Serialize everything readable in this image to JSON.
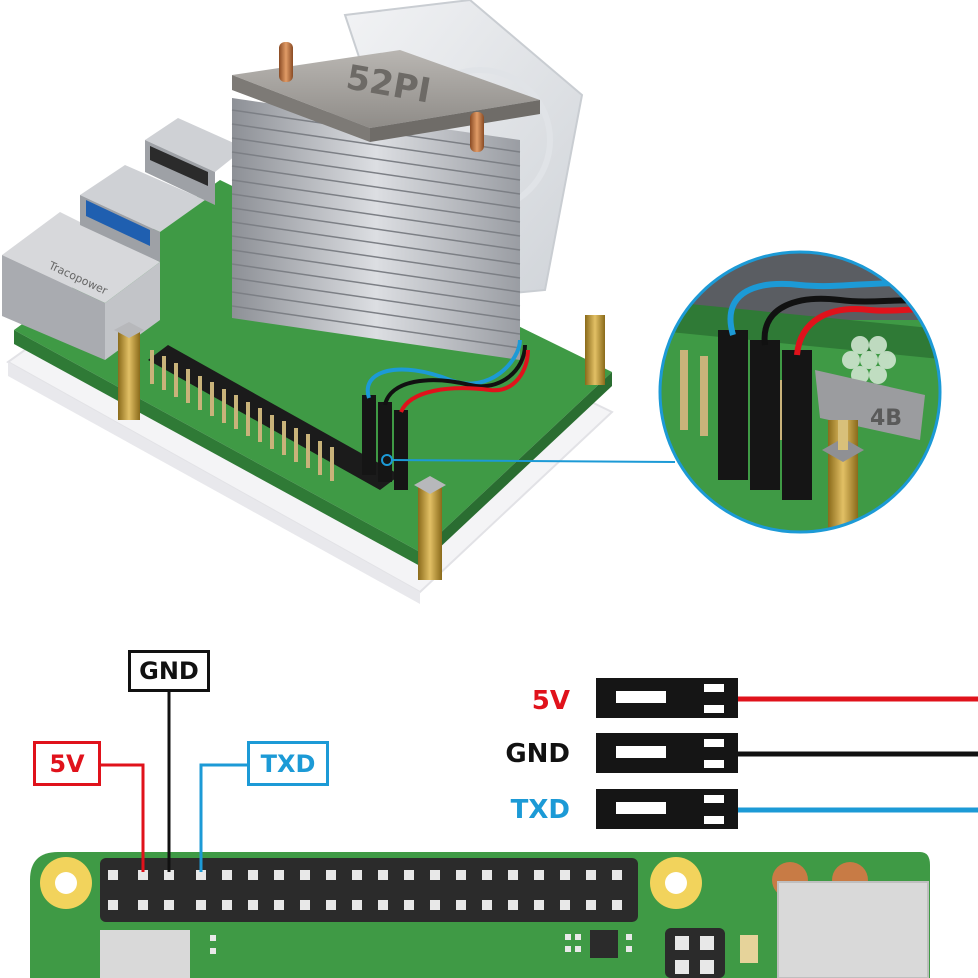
{
  "colors": {
    "power": "#e0121b",
    "ground": "#111111",
    "txd": "#1c9ad6",
    "board_green": "#3f9a45",
    "copper": "#c87b45"
  },
  "photo": {
    "description_icons": [
      "raspberry-pi-board",
      "tower-cooler",
      "cooling-fan",
      "zoom-magnifier"
    ],
    "heatsink_logo": "52PI",
    "board_model": "4B"
  },
  "diagram": {
    "callouts": {
      "gnd": "GND",
      "v5": "5V",
      "txd": "TXD"
    },
    "cable_legend": [
      {
        "label": "5V",
        "color": "#e0121b"
      },
      {
        "label": "GND",
        "color": "#111111"
      },
      {
        "label": "TXD",
        "color": "#1c9ad6"
      }
    ]
  }
}
